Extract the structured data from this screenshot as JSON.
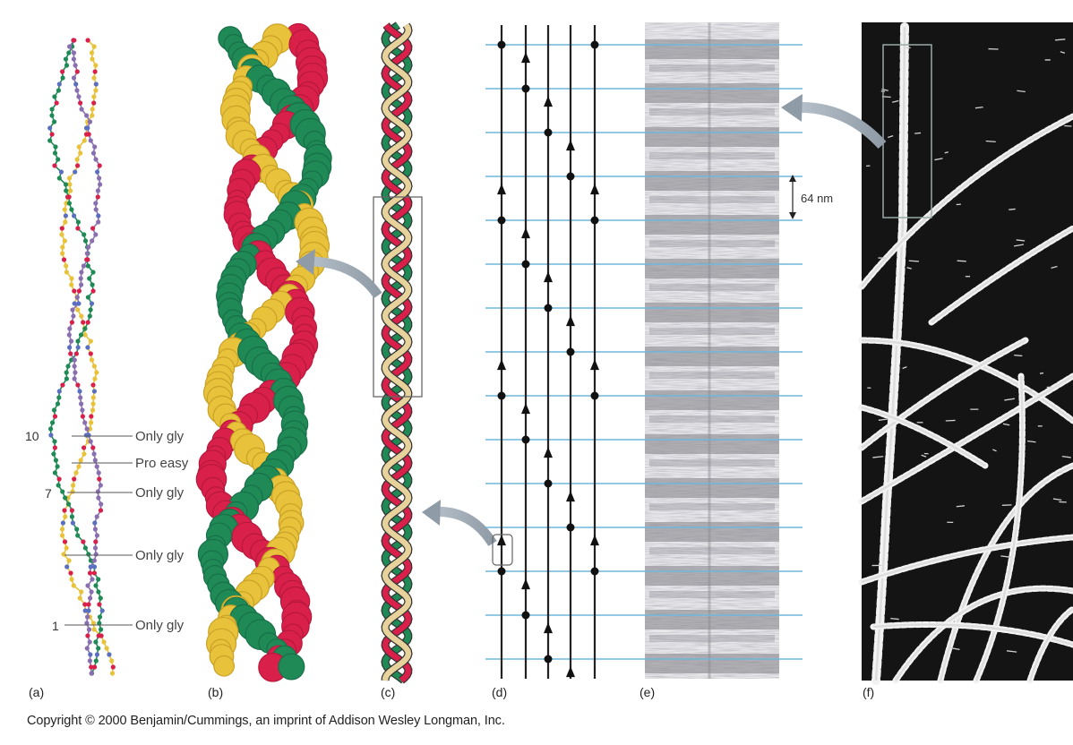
{
  "panels": {
    "a": "(a)",
    "b": "(b)",
    "c": "(c)",
    "d": "(d)",
    "e": "(e)",
    "f": "(f)"
  },
  "panel_a": {
    "residue_numbers": [
      "10",
      "7",
      "1"
    ],
    "annotations": [
      "Only gly",
      "Pro easy",
      "Only gly",
      "Only gly",
      "Only gly"
    ]
  },
  "panel_e": {
    "scale_label": "64 nm"
  },
  "copyright": "Copyright © 2000 Benjamin/Cummings, an imprint of Addison Wesley Longman, Inc.",
  "colors": {
    "strand_green": "#1f8a55",
    "strand_yellow": "#e8c23a",
    "strand_red": "#d8204a",
    "strand_tan": "#e6d29a",
    "stripe_blue": "#6fb7dc",
    "arrow_gray": "#9aa6b2"
  }
}
